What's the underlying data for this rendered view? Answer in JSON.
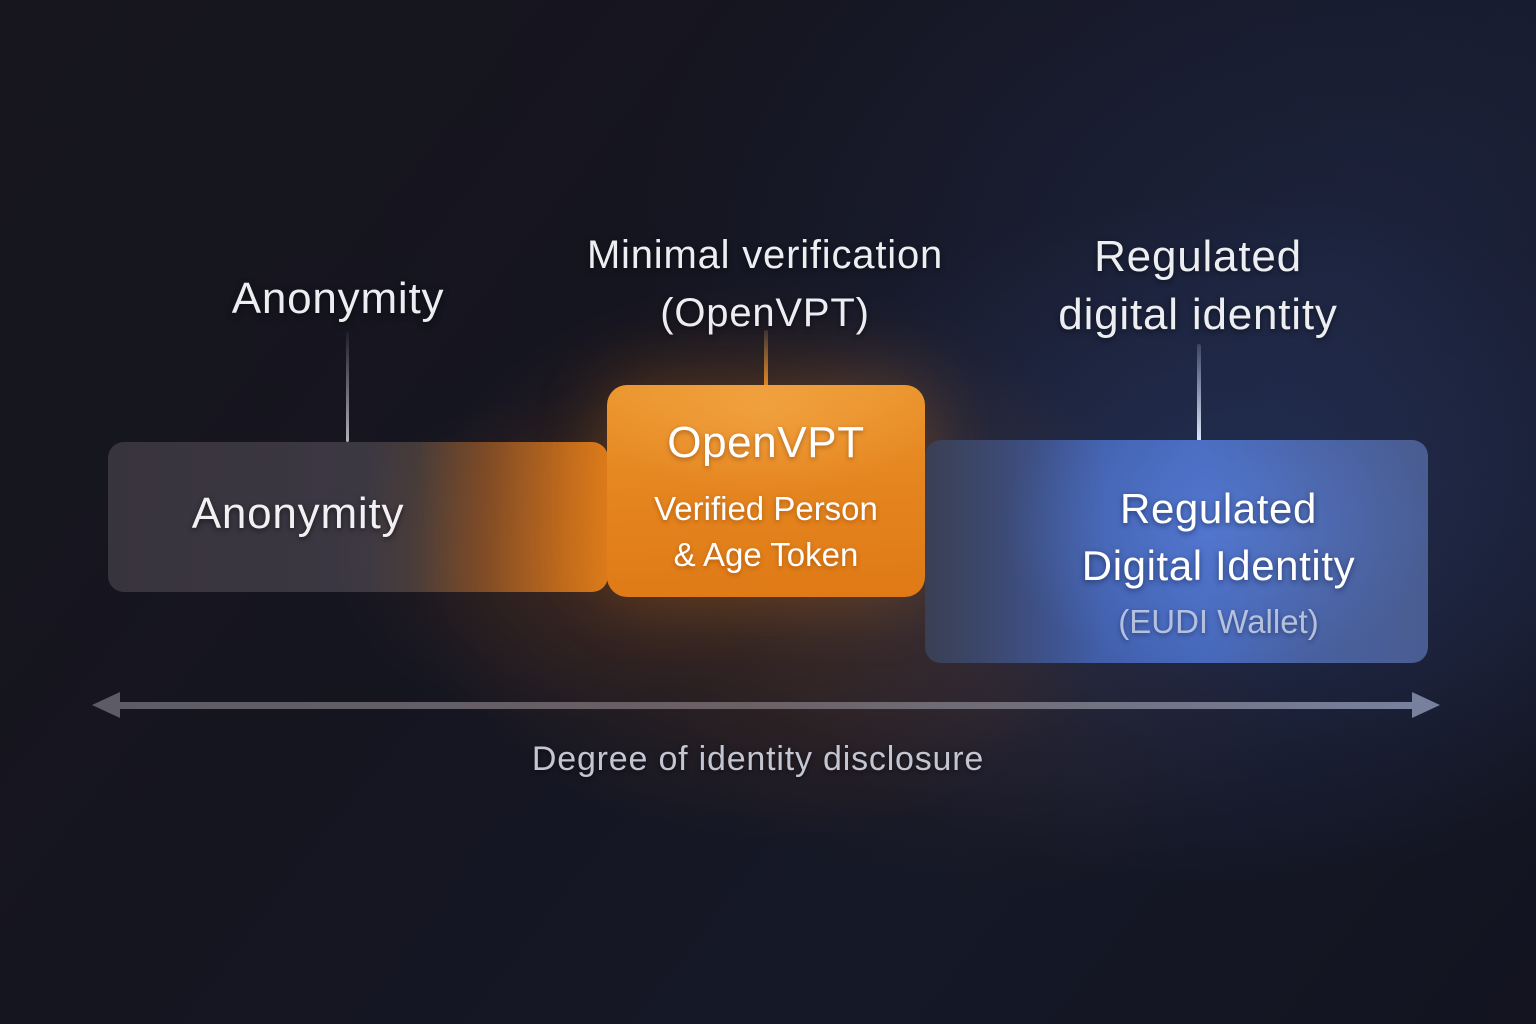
{
  "labels": {
    "anonymity": "Anonymity",
    "minimal_line1": "Minimal verification",
    "minimal_line2": "(OpenVPT)",
    "regulated_line1": "Regulated",
    "regulated_line2": "digital identity"
  },
  "bar": {
    "label": "Anonymity"
  },
  "openvpt_box": {
    "title": "OpenVPT",
    "subtitle_line1": "Verified Person",
    "subtitle_line2": "& Age Token"
  },
  "regulated_box": {
    "title_line1": "Regulated",
    "title_line2": "Digital Identity",
    "subtitle": "(EUDI Wallet)"
  },
  "axis": {
    "label": "Degree of identity disclosure"
  },
  "colors": {
    "background": "#15151e",
    "orange_box": "#e5851f",
    "blue_box": "#4667ba",
    "bar_gray": "#46404a",
    "arrow_gray": "#6b6b78",
    "text_primary": "#eceef2",
    "text_axis": "#c3c6d2",
    "text_eudi": "#ced7ea"
  }
}
